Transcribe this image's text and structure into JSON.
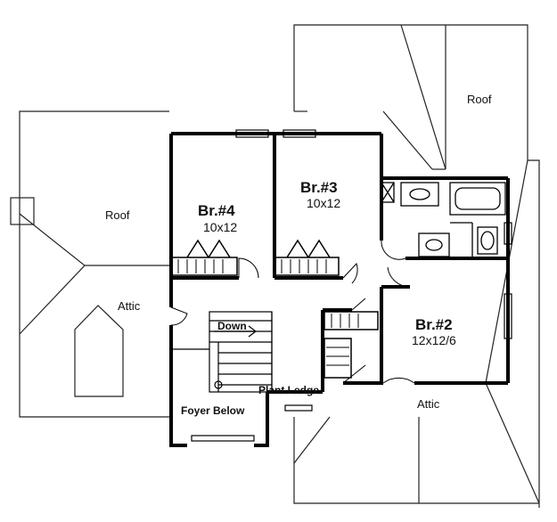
{
  "rooms": [
    {
      "name": "Br.#4",
      "size": "10x12"
    },
    {
      "name": "Br.#3",
      "size": "10x12"
    },
    {
      "name": "Br.#2",
      "size": "12x12/6"
    }
  ],
  "labels": {
    "roof_left": "Roof",
    "roof_right": "Roof",
    "attic_left": "Attic",
    "attic_bottom": "Attic",
    "stair_down": "Down",
    "foyer": "Foyer Below",
    "plant_ledge": "Plant Ledge"
  }
}
